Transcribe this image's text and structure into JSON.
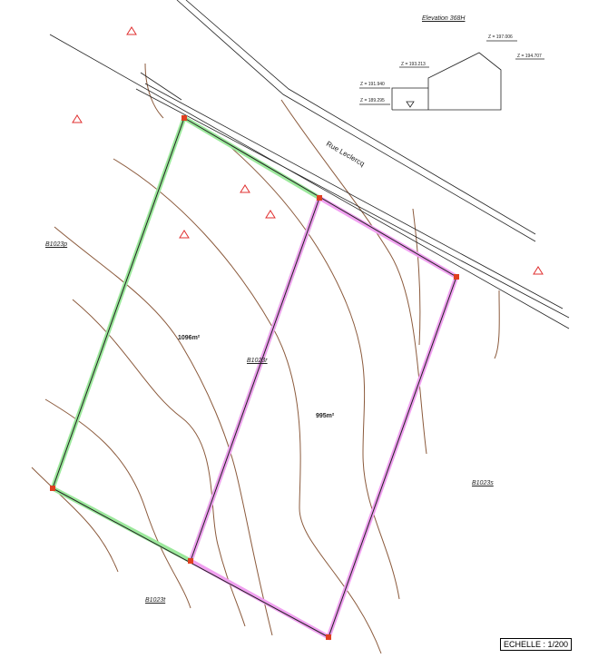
{
  "title": "Plan de division",
  "street": "Rue Leclercq",
  "elevation": {
    "title": "Elevation 368H",
    "z": [
      "Z = 197.006",
      "Z = 193.213",
      "Z = 194.707",
      "Z = 191.940",
      "Z = 189.295"
    ]
  },
  "parcels": [
    {
      "label": "B1023p"
    },
    {
      "label": "B1023r"
    },
    {
      "label": "B1023s"
    },
    {
      "label": "B1023t"
    }
  ],
  "lots": [
    {
      "area": "1096m²",
      "color": "#9be89b"
    },
    {
      "area": "995m²",
      "color": "#f0a0f0"
    }
  ],
  "scale": "ECHELLE : 1/200",
  "colors": {
    "contour": "#8b5a3c",
    "green": "#9be89b",
    "pink": "#f0a0f0",
    "marker": "#e04020"
  }
}
